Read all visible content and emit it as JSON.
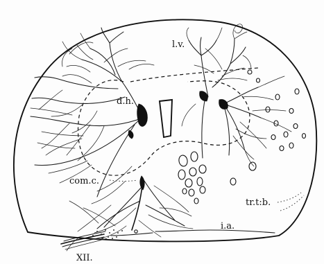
{
  "labels": {
    "lv": "l.v.",
    "dh": "d.h.",
    "comc": "com.c.",
    "trtb": "tr.t:b.",
    "ia": "i.a.",
    "xii": "XII."
  },
  "colors": {
    "ink": "#111111",
    "paper": "#fdfdfd"
  }
}
